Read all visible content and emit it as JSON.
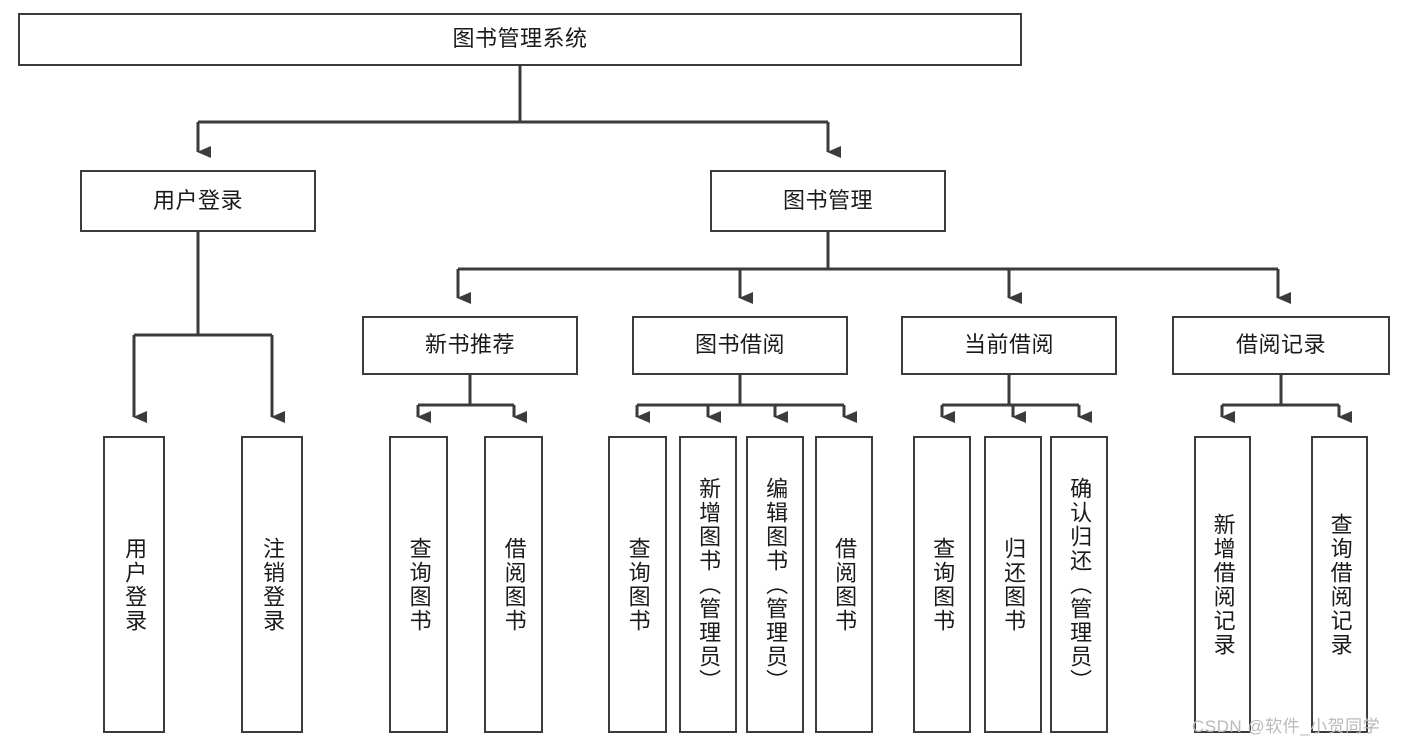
{
  "diagram": {
    "title": "图书管理系统",
    "type": "tree-hierarchy-diagram",
    "colors": {
      "box_border": "#3b3b3b",
      "box_fill": "#ffffff",
      "connector": "#3b3b3b",
      "text": "#1a1a1a",
      "watermark": "#b9b9b9",
      "background": "#ffffff"
    },
    "root": {
      "label": "图书管理系统"
    },
    "level2": [
      {
        "label": "用户登录"
      },
      {
        "label": "图书管理"
      }
    ],
    "level3": [
      {
        "label": "新书推荐"
      },
      {
        "label": "图书借阅"
      },
      {
        "label": "当前借阅"
      },
      {
        "label": "借阅记录"
      }
    ],
    "leaves": {
      "user_login": [
        {
          "label": "用户登录"
        },
        {
          "label": "注销登录"
        }
      ],
      "new_book_recommend": [
        {
          "label": "查询图书"
        },
        {
          "label": "借阅图书"
        }
      ],
      "book_borrow": [
        {
          "label": "查询图书"
        },
        {
          "label": "新增图书（管理员）"
        },
        {
          "label": "编辑图书（管理员）"
        },
        {
          "label": "借阅图书"
        }
      ],
      "current_borrow": [
        {
          "label": "查询图书"
        },
        {
          "label": "归还图书"
        },
        {
          "label": "确认归还（管理员）"
        }
      ],
      "borrow_records": [
        {
          "label": "新增借阅记录"
        },
        {
          "label": "查询借阅记录"
        }
      ]
    }
  },
  "watermark": {
    "text": "CSDN @软件_小贺同学"
  }
}
